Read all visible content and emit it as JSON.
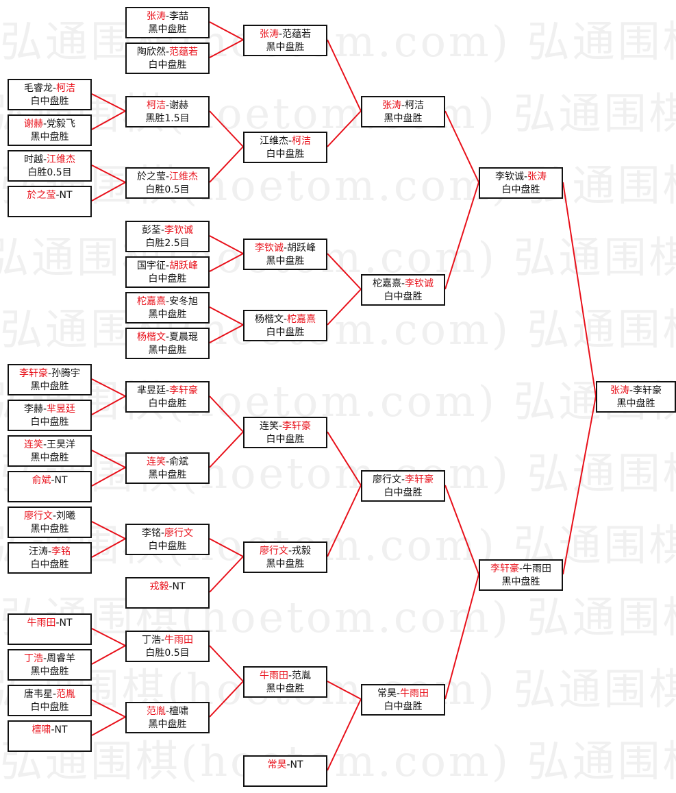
{
  "watermark": "弘通围棋(hoetom.com) 弘通围棋(hoetom.com)",
  "colors": {
    "winner": "#e8101a",
    "line": "#e8101a",
    "border": "#111111"
  },
  "bye_label": "NT",
  "matches": {
    "m1": {
      "a": "毛睿龙",
      "b": "柯洁",
      "winner": "b",
      "result": "白中盘胜"
    },
    "m2": {
      "a": "谢赫",
      "b": "党毅飞",
      "winner": "a",
      "result": "黑中盘胜"
    },
    "m3": {
      "a": "时越",
      "b": "江维杰",
      "winner": "b",
      "result": "白胜0.5目"
    },
    "m4": {
      "a": "於之莹",
      "b": "NT",
      "winner": "a",
      "result": ""
    },
    "m5": {
      "a": "李轩豪",
      "b": "孙腾宇",
      "winner": "a",
      "result": "黑中盘胜"
    },
    "m6": {
      "a": "李赫",
      "b": "芈昱廷",
      "winner": "b",
      "result": "白中盘胜"
    },
    "m7": {
      "a": "连笑",
      "b": "王昊洋",
      "winner": "a",
      "result": "黑中盘胜"
    },
    "m8": {
      "a": "俞斌",
      "b": "NT",
      "winner": "a",
      "result": ""
    },
    "m9": {
      "a": "廖行文",
      "b": "刘曦",
      "winner": "a",
      "result": "黑中盘胜"
    },
    "m10": {
      "a": "汪涛",
      "b": "李铭",
      "winner": "b",
      "result": "白中盘胜"
    },
    "m11": {
      "a": "牛雨田",
      "b": "NT",
      "winner": "a",
      "result": ""
    },
    "m12": {
      "a": "丁浩",
      "b": "周睿羊",
      "winner": "a",
      "result": "黑中盘胜"
    },
    "m13": {
      "a": "唐韦星",
      "b": "范胤",
      "winner": "b",
      "result": "白中盘胜"
    },
    "m14": {
      "a": "檀啸",
      "b": "NT",
      "winner": "a",
      "result": ""
    },
    "n1": {
      "a": "张涛",
      "b": "李喆",
      "winner": "a",
      "result": "黑中盘胜"
    },
    "n2": {
      "a": "陶欣然",
      "b": "范蕴若",
      "winner": "b",
      "result": "白中盘胜"
    },
    "n3": {
      "a": "柯洁",
      "b": "谢赫",
      "winner": "a",
      "result": "黑胜1.5目"
    },
    "n4": {
      "a": "於之莹",
      "b": "江维杰",
      "winner": "b",
      "result": "白胜0.5目"
    },
    "n5": {
      "a": "彭荃",
      "b": "李钦诚",
      "winner": "b",
      "result": "白胜2.5目"
    },
    "n6": {
      "a": "国宇征",
      "b": "胡跃峰",
      "winner": "b",
      "result": "白中盘胜"
    },
    "n7": {
      "a": "柁嘉熹",
      "b": "安冬旭",
      "winner": "a",
      "result": "黑中盘胜"
    },
    "n8": {
      "a": "杨楷文",
      "b": "夏晨琨",
      "winner": "a",
      "result": "黑中盘胜"
    },
    "n9": {
      "a": "芈昱廷",
      "b": "李轩豪",
      "winner": "b",
      "result": "白中盘胜"
    },
    "n10": {
      "a": "连笑",
      "b": "俞斌",
      "winner": "a",
      "result": "黑中盘胜"
    },
    "n11": {
      "a": "李铭",
      "b": "廖行文",
      "winner": "b",
      "result": "白中盘胜"
    },
    "n12": {
      "a": "戎毅",
      "b": "NT",
      "winner": "a",
      "result": ""
    },
    "n13": {
      "a": "丁浩",
      "b": "牛雨田",
      "winner": "b",
      "result": "白胜0.5目"
    },
    "n14": {
      "a": "范胤",
      "b": "檀啸",
      "winner": "a",
      "result": "黑中盘胜"
    },
    "o1": {
      "a": "张涛",
      "b": "范蕴若",
      "winner": "a",
      "result": "黑中盘胜"
    },
    "o2": {
      "a": "江维杰",
      "b": "柯洁",
      "winner": "b",
      "result": "白中盘胜"
    },
    "o3": {
      "a": "李钦诚",
      "b": "胡跃峰",
      "winner": "a",
      "result": "黑中盘胜"
    },
    "o4": {
      "a": "杨楷文",
      "b": "柁嘉熹",
      "winner": "b",
      "result": "白中盘胜"
    },
    "o5": {
      "a": "连笑",
      "b": "李轩豪",
      "winner": "b",
      "result": "白中盘胜"
    },
    "o6": {
      "a": "廖行文",
      "b": "戎毅",
      "winner": "a",
      "result": "黑中盘胜"
    },
    "o7": {
      "a": "牛雨田",
      "b": "范胤",
      "winner": "a",
      "result": "黑中盘胜"
    },
    "o8": {
      "a": "常昊",
      "b": "NT",
      "winner": "a",
      "result": ""
    },
    "p1": {
      "a": "张涛",
      "b": "柯洁",
      "winner": "a",
      "result": "黑中盘胜"
    },
    "p2": {
      "a": "柁嘉熹",
      "b": "李钦诚",
      "winner": "b",
      "result": "白中盘胜"
    },
    "p3": {
      "a": "廖行文",
      "b": "李轩豪",
      "winner": "b",
      "result": "白中盘胜"
    },
    "p4": {
      "a": "常昊",
      "b": "牛雨田",
      "winner": "b",
      "result": "白中盘胜"
    },
    "q1": {
      "a": "李钦诚",
      "b": "张涛",
      "winner": "b",
      "result": "白中盘胜"
    },
    "q2": {
      "a": "李轩豪",
      "b": "牛雨田",
      "winner": "a",
      "result": "黑中盘胜"
    },
    "f": {
      "a": "张涛",
      "b": "李轩豪",
      "winner": "a",
      "result": "黑中盘胜"
    }
  }
}
